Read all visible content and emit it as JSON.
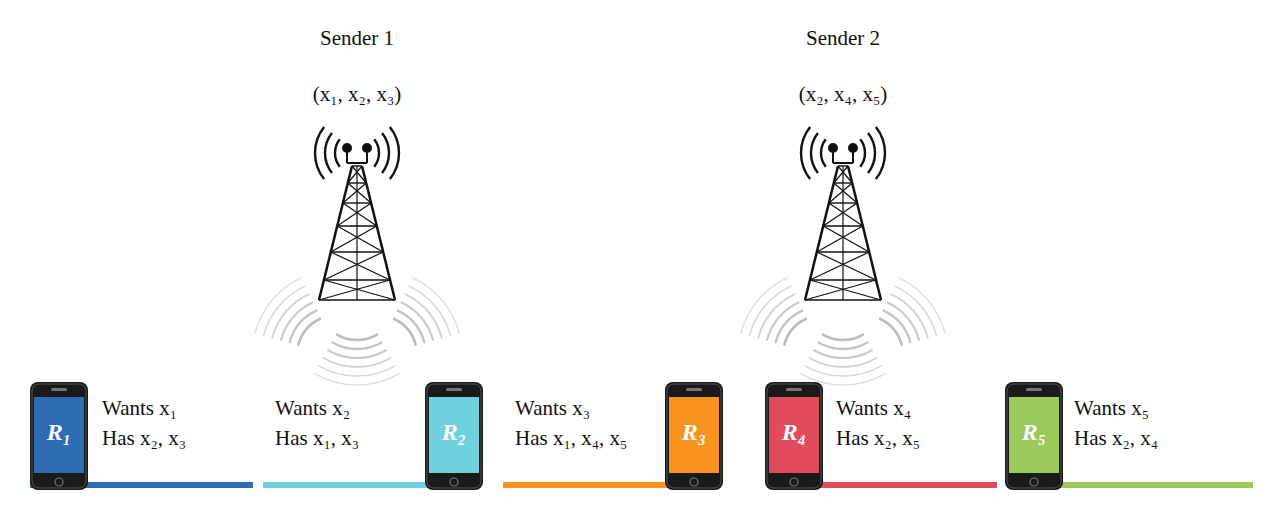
{
  "diagram": {
    "nodes": [
      {
        "text": [
          "Sender 1",
          "(x₁, x₂, x₃)"
        ]
      },
      {
        "text": [
          "Sender 2",
          "(x₂, x₄, x₅)"
        ]
      },
      {
        "text": [
          "R₁",
          "Wants x₁",
          "Has x₂, x₃"
        ]
      },
      {
        "text": [
          "R₂",
          "Wants x₂",
          "Has x₁, x₃"
        ]
      },
      {
        "text": [
          "R₃",
          "Wants x₃",
          "Has x₁, x₄, x₅"
        ]
      },
      {
        "text": [
          "R₄",
          "Wants x₄",
          "Has x₂, x₅"
        ]
      },
      {
        "text": [
          "R₅",
          "Wants x₅",
          "Has x₂, x₄"
        ]
      }
    ]
  }
}
